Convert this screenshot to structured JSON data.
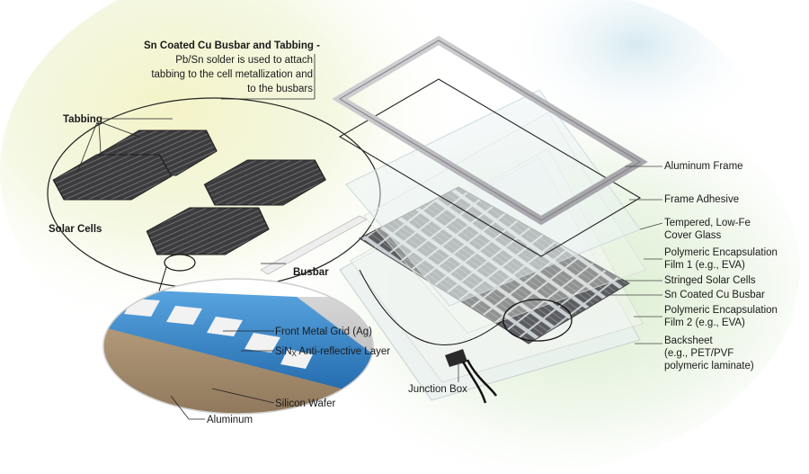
{
  "callout": {
    "title": "Sn Coated Cu Busbar and Tabbing -",
    "line1": "Pb/Sn solder is used to attach",
    "line2": "tabbing to the cell metallization and",
    "line3": "to the busbars"
  },
  "left_labels": {
    "tabbing": "Tabbing",
    "solar_cells": "Solar Cells",
    "busbar": "Busbar"
  },
  "cross_section": {
    "front_metal_grid": "Front Metal Grid (Ag)",
    "sinx_main": "SiN",
    "sinx_sub": "X",
    "sinx_rest": " Anti-reflective Layer",
    "silicon_wafer": "Silicon Wafer",
    "aluminum": "Aluminum"
  },
  "layers": {
    "aluminum_frame": "Aluminum Frame",
    "frame_adhesive": "Frame Adhesive",
    "cover_glass_1": "Tempered, Low-Fe",
    "cover_glass_2": "Cover Glass",
    "encap1_1": "Polymeric Encapsulation",
    "encap1_2": "Film 1 (e.g., EVA)",
    "stringed_cells": "Stringed Solar Cells",
    "sn_busbar": "Sn Coated Cu Busbar",
    "encap2_1": "Polymeric Encapsulation",
    "encap2_2": "Film 2 (e.g., EVA)",
    "backsheet_1": "Backsheet",
    "backsheet_2": "(e.g., PET/PVF",
    "backsheet_3": "polymeric laminate)",
    "junction_box": "Junction Box"
  },
  "colors": {
    "cell_dark": "#3a3a3c",
    "cell_line": "#8a8a8c",
    "frame": "#b8b8bc",
    "glass": "#e6eef2",
    "blue_layer": "#2f7fc4",
    "wafer": "#9c8467",
    "busbar": "#ececec"
  }
}
